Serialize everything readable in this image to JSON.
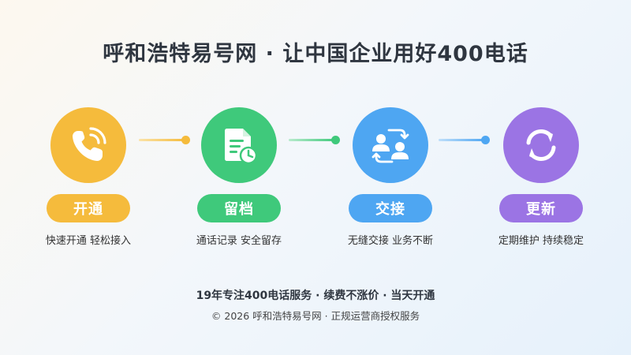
{
  "title": "呼和浩特易号网 · 让中国企业用好400电话",
  "steps": [
    {
      "label": "开通",
      "desc": "快速开通  轻松接入",
      "icon": "phone-ringing-icon",
      "color": "#f5bb3c"
    },
    {
      "label": "留档",
      "desc": "通话记录  安全留存",
      "icon": "document-clock-icon",
      "color": "#3fc97b"
    },
    {
      "label": "交接",
      "desc": "无缝交接  业务不断",
      "icon": "people-exchange-icon",
      "color": "#4ea6f2"
    },
    {
      "label": "更新",
      "desc": "定期维护  持续稳定",
      "icon": "refresh-icon",
      "color": "#9b74e4"
    }
  ],
  "footer": {
    "line1": "19年专注400电话服务 · 续费不涨价 · 当天开通",
    "line2": "© 2026 呼和浩特易号网 · 正规运营商授权服务"
  }
}
